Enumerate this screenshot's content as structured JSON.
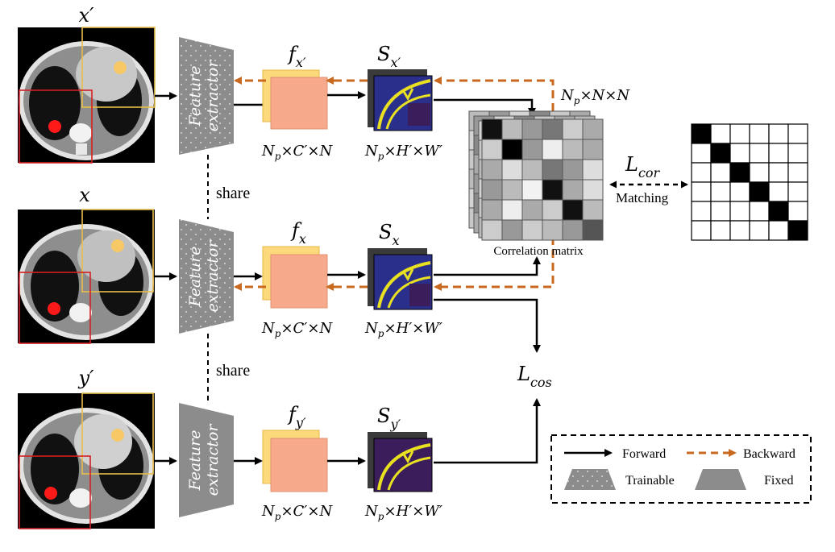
{
  "rows": [
    {
      "image_label": "x′",
      "feature_var": "f",
      "feature_sub": "x′",
      "feature_dim": "N",
      "feature_dim_sub": "p",
      "feature_dim_rest": "×C′×N",
      "sim_var": "S",
      "sim_sub": "x′",
      "sim_dim": "N",
      "sim_dim_sub": "p",
      "sim_dim_rest": "×H′×W′"
    },
    {
      "image_label": "x",
      "feature_var": "f",
      "feature_sub": "x",
      "feature_dim": "N",
      "feature_dim_sub": "p",
      "feature_dim_rest": "×C′×N",
      "sim_var": "S",
      "sim_sub": "x",
      "sim_dim": "N",
      "sim_dim_sub": "p",
      "sim_dim_rest": "×H′×W′"
    },
    {
      "image_label": "y′",
      "feature_var": "f",
      "feature_sub": "y′",
      "feature_dim": "N",
      "feature_dim_sub": "p",
      "feature_dim_rest": "×C′×N",
      "sim_var": "S",
      "sim_sub": "y′",
      "sim_dim": "N",
      "sim_dim_sub": "p",
      "sim_dim_rest": "×H′×W′"
    }
  ],
  "extractor_label_1": "Feature",
  "extractor_label_2": "extractor",
  "share_label": "share",
  "correlation": {
    "dim": "N",
    "dim_sub": "p",
    "dim_rest": "×N×N",
    "caption": "Correlation matrix"
  },
  "loss_cor": {
    "var": "L",
    "sub": "cor"
  },
  "loss_cos": {
    "var": "L",
    "sub": "cos"
  },
  "matching_label": "Matching",
  "legend": {
    "forward": "Forward",
    "backward": "Backward",
    "trainable": "Trainable",
    "fixed": "Fixed"
  },
  "colors": {
    "backward": "#c8691f",
    "feature_front": "#f7a98c",
    "feature_back": "#fcd97a",
    "extractor": "#8c8c8c",
    "bbox_yellow": "#e7bf4a",
    "bbox_red": "#d42020",
    "dot_yellow": "#f7c866",
    "dot_red": "#ff1a1a"
  }
}
